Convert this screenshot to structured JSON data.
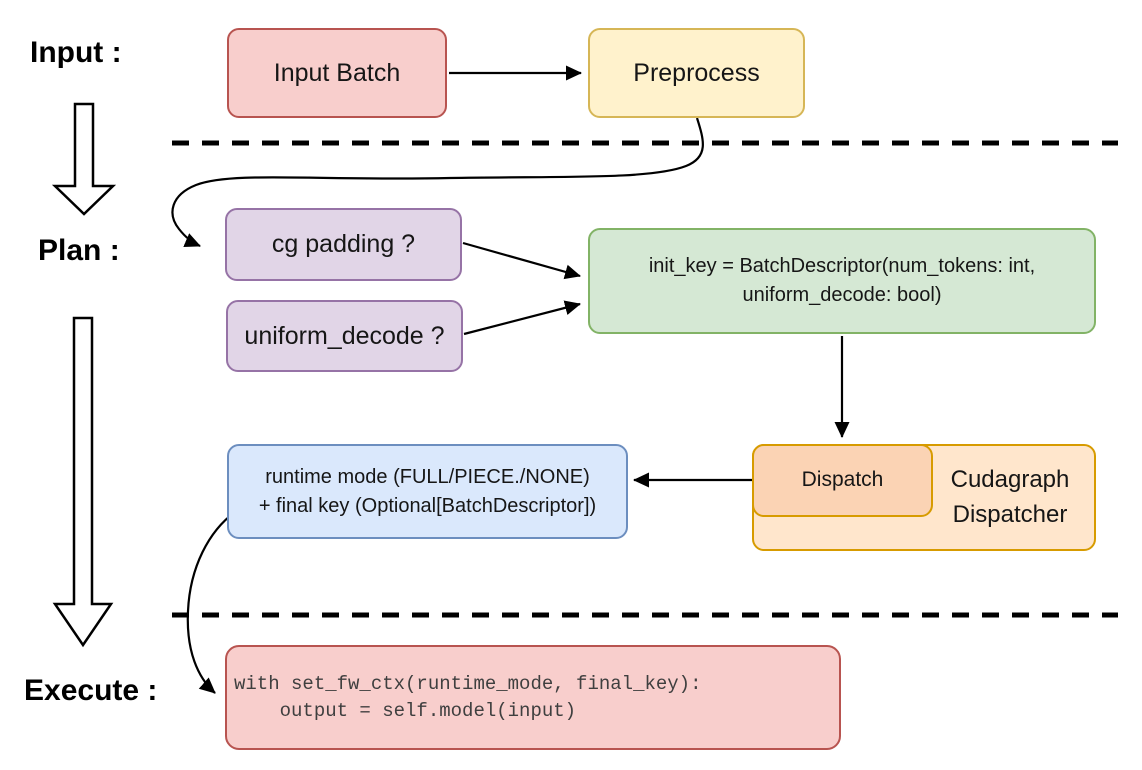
{
  "diagram": {
    "stages": {
      "input_label": "Input :",
      "plan_label": "Plan :",
      "execute_label": "Execute :"
    },
    "nodes": {
      "input_batch": {
        "label": "Input Batch",
        "fill": "#F8CECC",
        "stroke": "#B85450"
      },
      "preprocess": {
        "label": "Preprocess",
        "fill": "#FFF2CC",
        "stroke": "#D6B656"
      },
      "cg_padding": {
        "label": "cg padding ?",
        "fill": "#E1D5E7",
        "stroke": "#9673A6"
      },
      "uniform_decode": {
        "label": "uniform_decode ?",
        "fill": "#E1D5E7",
        "stroke": "#9673A6"
      },
      "init_key": {
        "line1": "init_key = BatchDescriptor(num_tokens: int,",
        "line2": "uniform_decode: bool)",
        "fill": "#D5E8D4",
        "stroke": "#82B366"
      },
      "dispatch": {
        "label": "Dispatch",
        "fill": "#FBD3B4",
        "stroke": "#D79B00"
      },
      "cudagraph_dispatcher": {
        "line1": "Cudagraph",
        "line2": "Dispatcher",
        "fill": "#FFE6CC",
        "stroke": "#D79B00"
      },
      "runtime_mode": {
        "line1": "runtime mode (FULL/PIECE./NONE)",
        "line2": "+ final key (Optional[BatchDescriptor])",
        "fill": "#DAE8FC",
        "stroke": "#6C8EBF"
      },
      "execute_code": {
        "line1": "with set_fw_ctx(runtime_mode, final_key):",
        "line2": "    output = self.model(input)",
        "fill": "#F8CECC",
        "stroke": "#B85450"
      }
    },
    "connector_color": "#000000",
    "background": "#FFFFFF"
  }
}
